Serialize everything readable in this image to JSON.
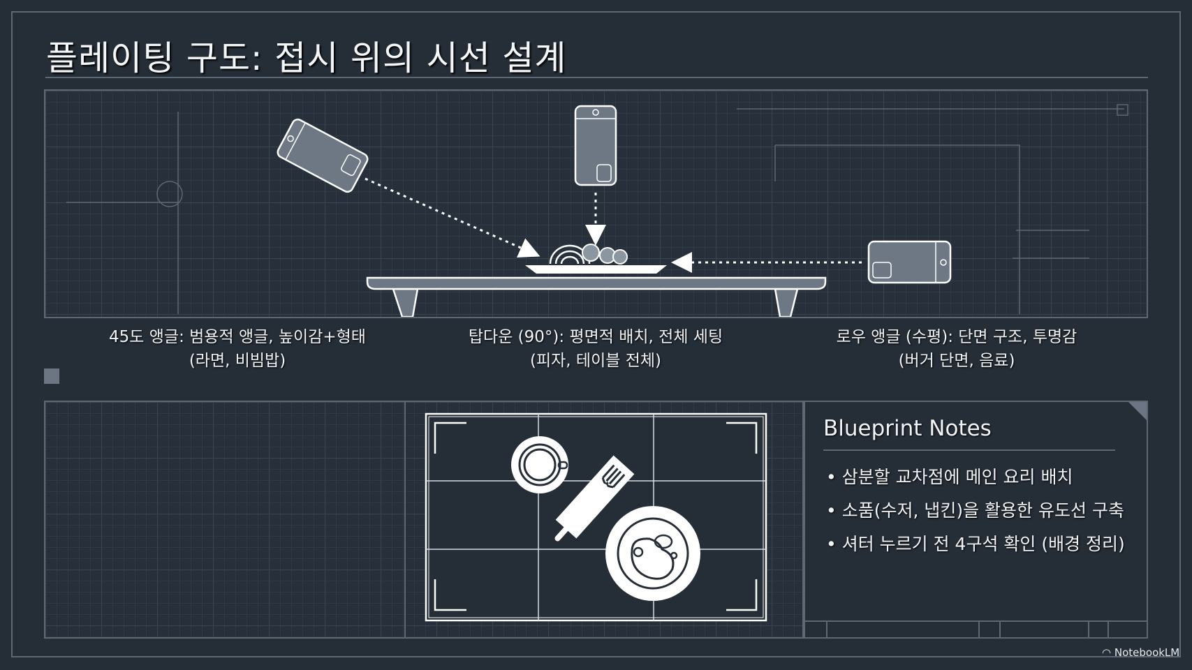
{
  "title": "플레이팅 구도: 접시 위의 시선 설계",
  "angles": [
    {
      "line1": "45도 앵글: 범용적 앵글, 높이감+형태",
      "line2": "(라면, 비빔밥)"
    },
    {
      "line1": "탑다운 (90°): 평면적 배치, 전체 세팅",
      "line2": "(피자, 테이블 전체)"
    },
    {
      "line1": "로우 앵글 (수평): 단면 구조, 투명감",
      "line2": "(버거 단면, 음료)"
    }
  ],
  "notes": {
    "title": "Blueprint Notes",
    "items": [
      "삼분할 교차점에 메인 요리 배치",
      "소품(수저, 냅킨)을 활용한 유도선 구축",
      "셔터 누르기 전 4구석 확인 (배경 정리)"
    ]
  },
  "brand": "NotebookLM",
  "colors": {
    "background": "#252d37",
    "line": "#5d6874",
    "ink": "#f2f4f6"
  }
}
